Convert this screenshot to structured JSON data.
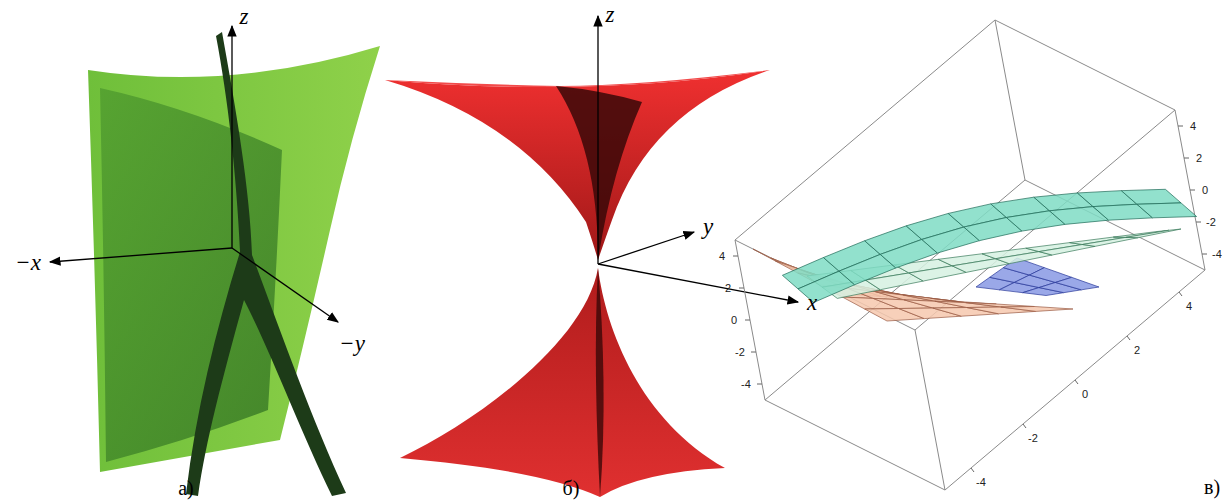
{
  "diagram": {
    "labels": [
      "z",
      "−x",
      "−y",
      "а)",
      "z",
      "y",
      "x",
      "б)",
      "в)",
      "4",
      "2",
      "0",
      "-2",
      "-4",
      "-4",
      "-2",
      "0",
      "2",
      "4",
      "4",
      "2",
      "0",
      "-2",
      "-4"
    ]
  }
}
